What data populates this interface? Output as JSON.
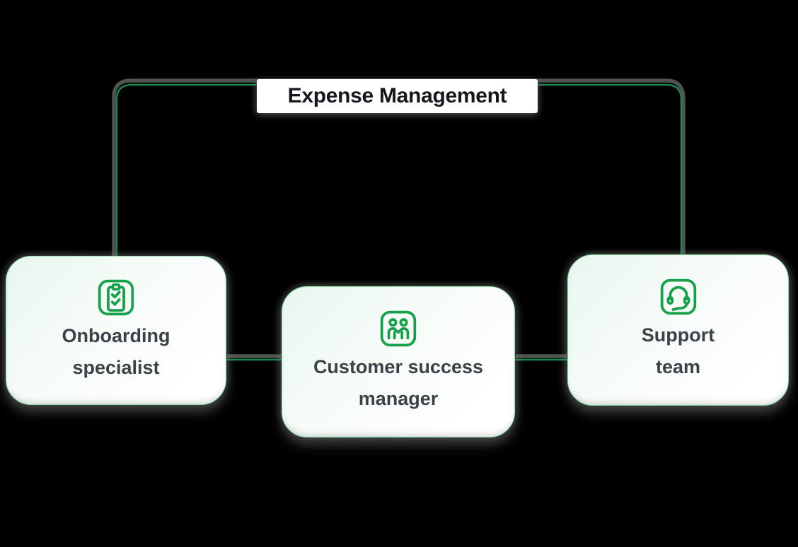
{
  "theme": {
    "background": "#000000",
    "line-green": "#17894c",
    "line-casing": "#585d5a",
    "icon-green": "#15a04a",
    "card-border": "#86dfa6",
    "card-text": "#3c4247",
    "title-text": "#14181c",
    "title-bg": "#ffffff"
  },
  "diagram": {
    "title": "Expense Management",
    "nodes": [
      {
        "id": "onboarding-specialist",
        "label_line1": "Onboarding",
        "label_line2": "specialist",
        "icon": "clipboard-check-icon"
      },
      {
        "id": "customer-success-manager",
        "label_line1": "Customer success",
        "label_line2": "manager",
        "icon": "people-pair-icon"
      },
      {
        "id": "support-team",
        "label_line1": "Support",
        "label_line2": "team",
        "icon": "headset-icon"
      }
    ]
  }
}
